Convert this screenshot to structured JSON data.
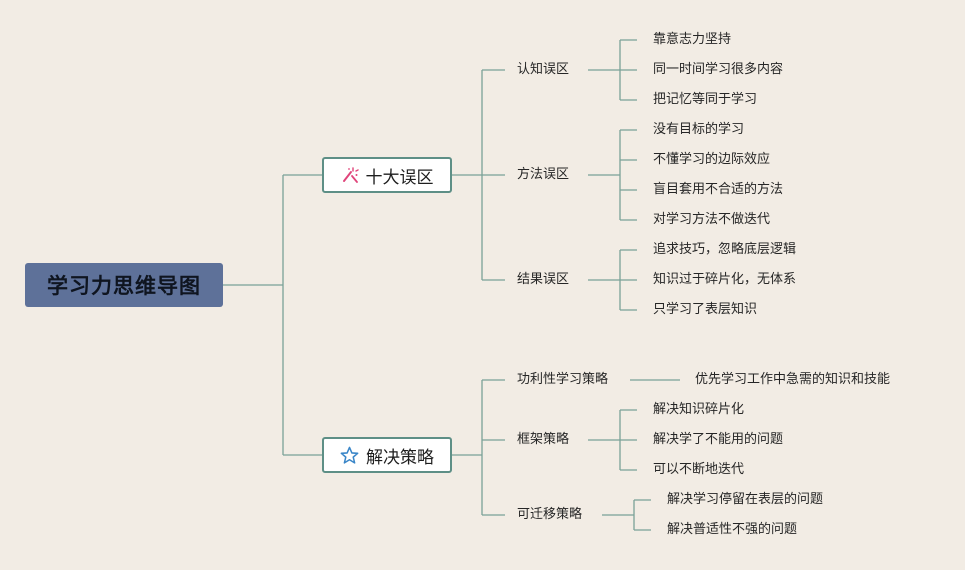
{
  "root": {
    "label": "学习力思维导图"
  },
  "branches": [
    {
      "label": "十大误区",
      "icon": "magic-wand-icon",
      "groups": [
        {
          "label": "认知误区",
          "items": [
            "靠意志力坚持",
            "同一时间学习很多内容",
            "把记忆等同于学习"
          ]
        },
        {
          "label": "方法误区",
          "items": [
            "没有目标的学习",
            "不懂学习的边际效应",
            "盲目套用不合适的方法",
            "对学习方法不做迭代"
          ]
        },
        {
          "label": "结果误区",
          "items": [
            "追求技巧，忽略底层逻辑",
            "知识过于碎片化，无体系",
            "只学习了表层知识"
          ]
        }
      ]
    },
    {
      "label": "解决策略",
      "icon": "star-outline-icon",
      "groups": [
        {
          "label": "功利性学习策略",
          "items": [
            "优先学习工作中急需的知识和技能"
          ]
        },
        {
          "label": "框架策略",
          "items": [
            "解决知识碎片化",
            "解决学了不能用的问题",
            "可以不断地迭代"
          ]
        },
        {
          "label": "可迁移策略",
          "items": [
            "解决学习停留在表层的问题",
            "解决普适性不强的问题"
          ]
        }
      ]
    }
  ],
  "colors": {
    "line": "#7aa198",
    "root_bg": "#5e7199",
    "box_border": "#5e8f86",
    "background": "#f2ece4",
    "wand": "#e0457b",
    "star": "#3a86c8"
  }
}
